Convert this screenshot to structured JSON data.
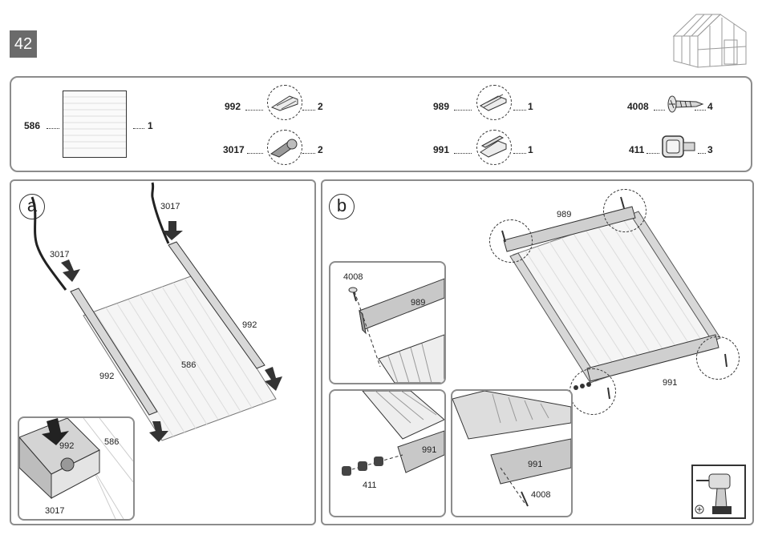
{
  "page_number": "42",
  "parts": [
    {
      "code": "586",
      "qty": "1"
    },
    {
      "code": "992",
      "qty": "2"
    },
    {
      "code": "3017",
      "qty": "2"
    },
    {
      "code": "989",
      "qty": "1"
    },
    {
      "code": "991",
      "qty": "1"
    },
    {
      "code": "4008",
      "qty": "4"
    },
    {
      "code": "411",
      "qty": "3"
    }
  ],
  "step_a": {
    "badge": "a",
    "labels": {
      "rubber_left": "3017",
      "rubber_right": "3017",
      "profile_left": "992",
      "profile_right": "992",
      "panel": "586",
      "inset_profile": "992",
      "inset_panel": "586",
      "inset_rubber": "3017"
    }
  },
  "step_b": {
    "badge": "b",
    "labels": {
      "top_profile": "989",
      "bottom_profile": "991",
      "inset1_screw": "4008",
      "inset1_profile": "989",
      "inset2_profile": "991",
      "inset2_bolt": "411",
      "inset3_profile": "991",
      "inset3_screw": "4008"
    }
  },
  "icons": {
    "greenhouse": "greenhouse-icon",
    "drill": "drill-icon"
  }
}
